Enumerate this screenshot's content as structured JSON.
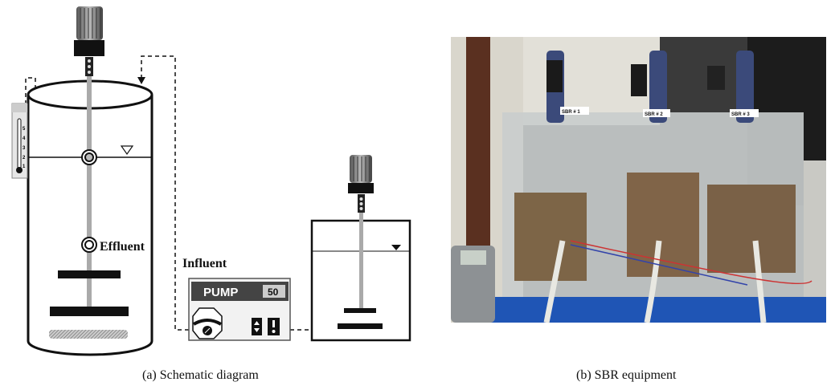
{
  "schematic": {
    "effluent_label": "Effluent",
    "influent_label": "Influent",
    "pump_label": "PUMP",
    "pump_value": "50",
    "thermometer_ticks": [
      "5",
      "4",
      "3",
      "2",
      "1"
    ],
    "caption": "(a)  Schematic diagram"
  },
  "photo": {
    "reactor_labels": [
      "SBR # 1",
      "SBR # 2",
      "SBR # 3"
    ],
    "caption": "(b)  SBR  equipment"
  }
}
